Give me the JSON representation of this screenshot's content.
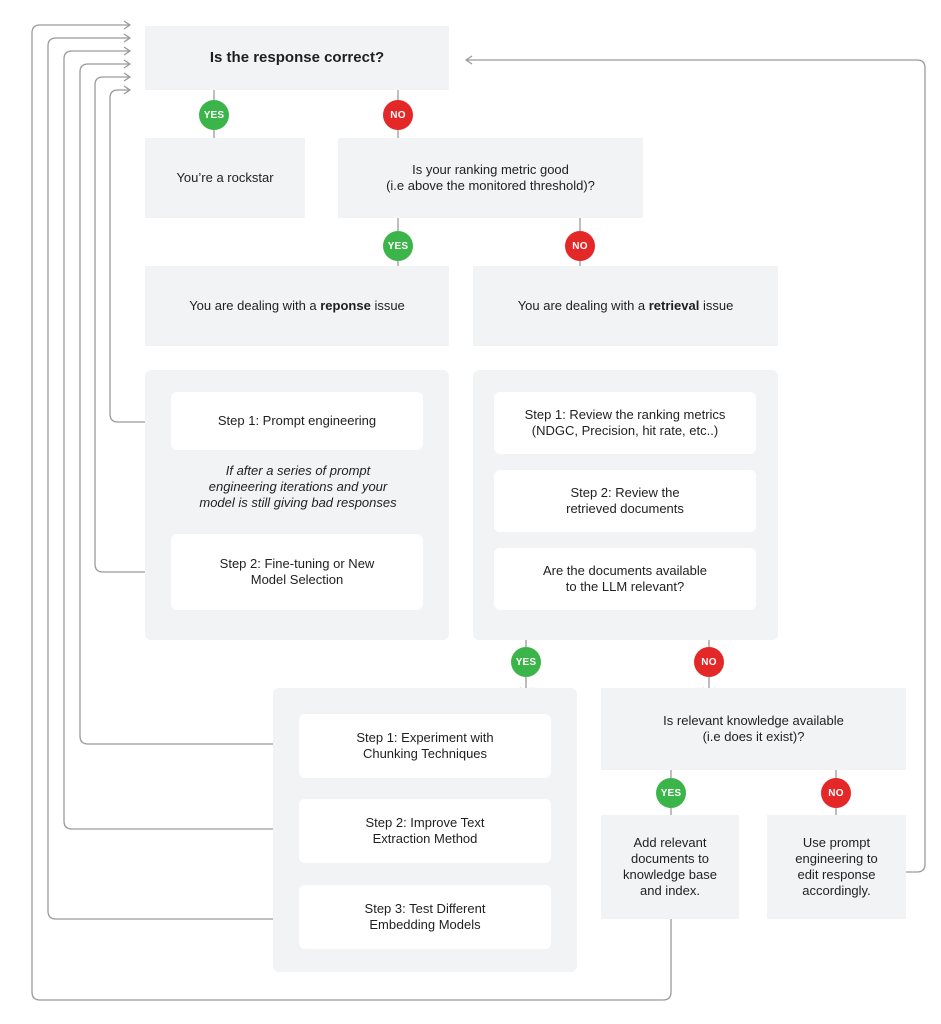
{
  "colors": {
    "yes": "#3bb54a",
    "no": "#e42727",
    "box": "#f2f3f5",
    "connector": "#9a9a9a"
  },
  "root_question": "Is the response correct?",
  "rockstar": "You’re a rockstar",
  "ranking_question": {
    "line1": "Is your ranking metric good",
    "line2": "(i.e above the monitored threshold)?"
  },
  "response_issue": {
    "prefix": "You are dealing with a ",
    "bold": "reponse",
    "suffix": " issue"
  },
  "retrieval_issue": {
    "prefix": "You are dealing with a ",
    "bold": "retrieval",
    "suffix": " issue"
  },
  "response_steps": {
    "step1": "Step 1: Prompt engineering",
    "note": {
      "line1": "If after a series of prompt",
      "line2": "engineering iterations and your",
      "line3": "model is still giving bad responses"
    },
    "step2": {
      "line1": "Step 2: Fine-tuning or New",
      "line2": "Model Selection"
    }
  },
  "retrieval_steps": {
    "step1": {
      "line1": "Step 1: Review the ranking metrics",
      "line2": "(NDGC, Precision, hit rate, etc..)"
    },
    "step2": {
      "line1": "Step 2: Review the",
      "line2": "retrieved documents"
    },
    "question": {
      "line1": "Are the documents available",
      "line2": "to the LLM relevant?"
    }
  },
  "chunking_steps": {
    "step1": {
      "line1": "Step 1: Experiment with",
      "line2": "Chunking Techniques"
    },
    "step2": {
      "line1": "Step 2: Improve Text",
      "line2": "Extraction Method"
    },
    "step3": {
      "line1": "Step 3: Test Different",
      "line2": "Embedding Models"
    }
  },
  "knowledge_question": {
    "line1": "Is relevant knowledge available",
    "line2": "(i.e does it exist)?"
  },
  "add_docs": {
    "line1": "Add relevant",
    "line2": "documents to",
    "line3": "knowledge base",
    "line4": "and index."
  },
  "prompt_edit": {
    "line1": "Use prompt",
    "line2": "engineering to",
    "line3": "edit response",
    "line4": "accordingly."
  },
  "badges": {
    "yes": "YES",
    "no": "NO"
  }
}
